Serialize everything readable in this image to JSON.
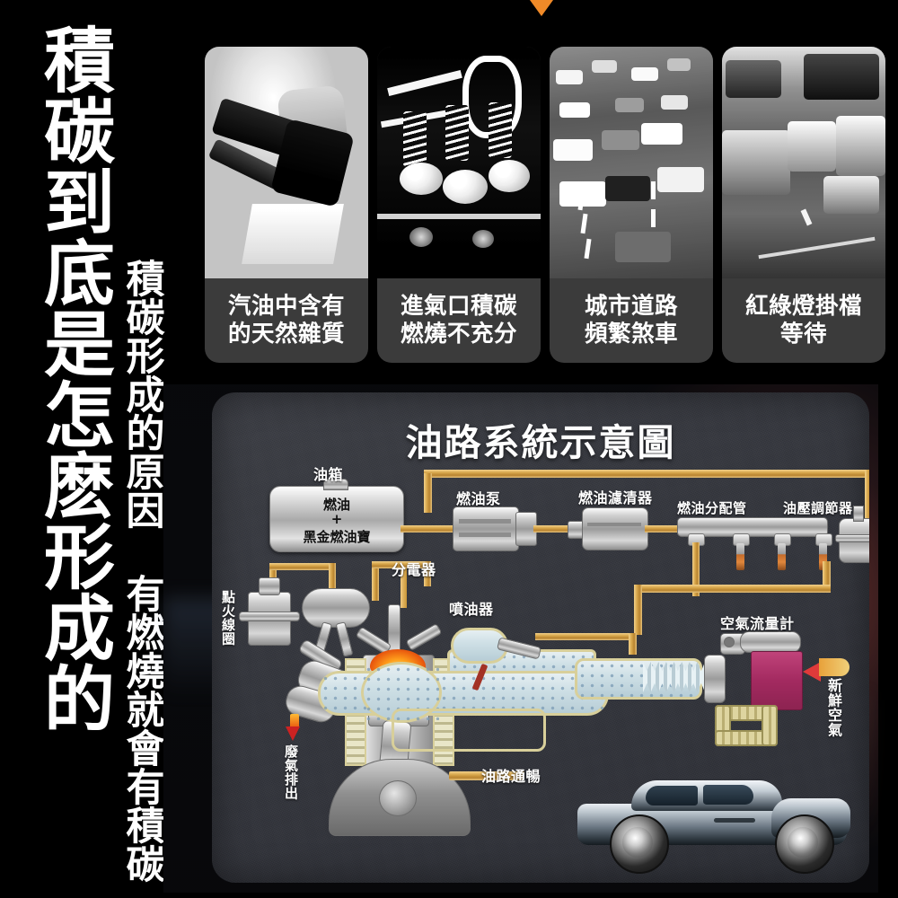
{
  "page": {
    "background_color": "#000000",
    "accent_orange": "#F08A28"
  },
  "headline": {
    "main_vertical": "積碳到底是怎麽形成的",
    "sub_vertical": "積碳形成的原因 有燃燒就會有積碳"
  },
  "cards": [
    {
      "id": "card-fuel-impurities",
      "caption_line1": "汽油中含有",
      "caption_line2": "的天然雜質",
      "photo": "gas-pump-nozzle-photo"
    },
    {
      "id": "card-intake-carbon",
      "caption_line1": "進氣口積碳",
      "caption_line2": "燃燒不充分",
      "photo": "engine-intake-carbon-photo"
    },
    {
      "id": "card-city-braking",
      "caption_line1": "城市道路",
      "caption_line2": "頻繁煞車",
      "photo": "city-traffic-photo"
    },
    {
      "id": "card-traffic-light",
      "caption_line1": "紅綠燈掛檔",
      "caption_line2": "等待",
      "photo": "traffic-light-waiting-photo"
    }
  ],
  "diagram": {
    "title": "油路系統示意圖",
    "tank": {
      "label": "油箱",
      "line1": "燃油",
      "line2": "+",
      "line3": "黑金燃油寶"
    },
    "labels": {
      "fuel_pump": "燃油泵",
      "fuel_filter": "燃油濾清器",
      "fuel_rail": "燃油分配管",
      "pressure_regulator": "油壓調節器",
      "distributor": "分電器",
      "injector": "噴油器",
      "ignition_coil": "點火線圈",
      "exhaust_out": "廢氣排出",
      "air_flow_meter": "空氣流量計",
      "fresh_air": "新鮮空氣",
      "smooth_fuel_line": "油路通暢"
    },
    "colors": {
      "pipe": "#d9a94e",
      "air_flow_meter": "#a32a60",
      "flame": "#ff9e1b",
      "exhaust_arrow": "#cc2222",
      "panel_bg": "#33353c"
    }
  }
}
